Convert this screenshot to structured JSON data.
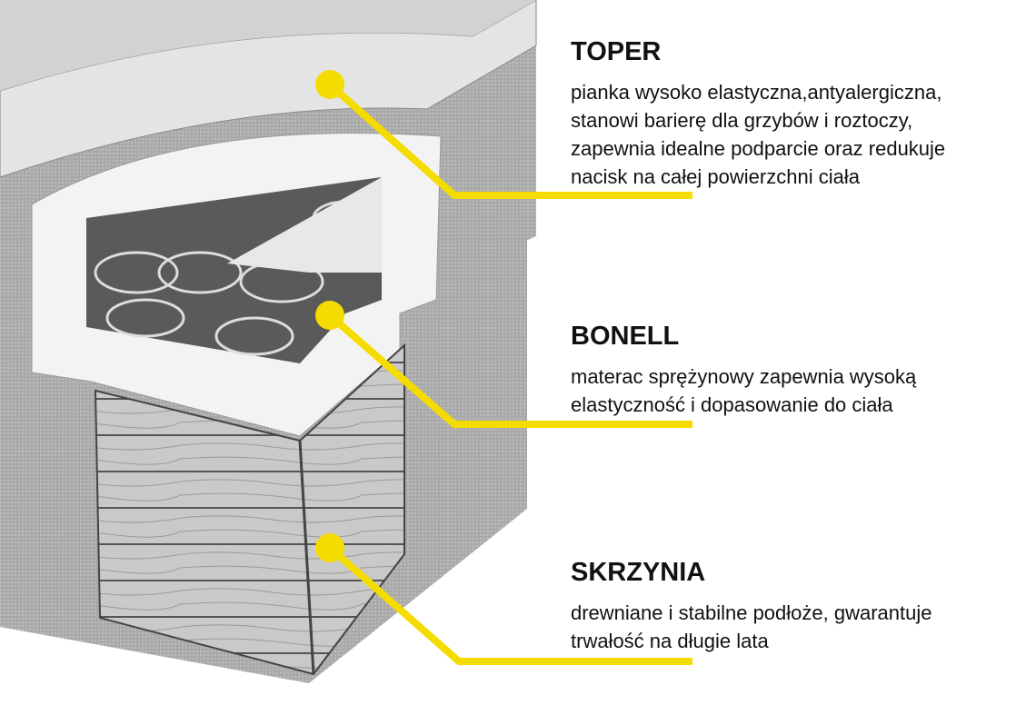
{
  "accent_color": "#f5dc00",
  "layers": [
    {
      "title": "TOPER",
      "lines": [
        "pianka wysoko elastyczna,antyalergiczna,",
        "stanowi barierę dla grzybów i roztoczy,",
        "zapewnia idealne podparcie oraz redukuje",
        "nacisk na całej powierzchni ciała"
      ]
    },
    {
      "title": "BONELL",
      "lines": [
        "materac sprężynowy zapewnia wysoką",
        "elastyczność i dopasowanie do ciała"
      ]
    },
    {
      "title": "SKRZYNIA",
      "lines": [
        "drewniane i stabilne podłoże, gwarantuje",
        "trwałość na długie lata"
      ]
    }
  ]
}
